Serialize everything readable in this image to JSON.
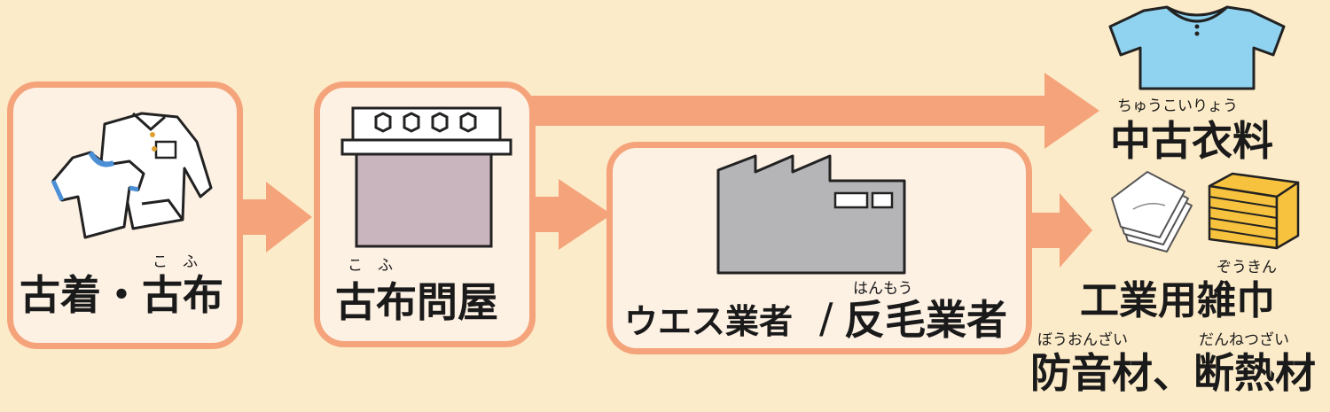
{
  "nodes": {
    "old_clothes": {
      "label": "古着・古布",
      "ruby": "こ　ふ"
    },
    "wholesaler": {
      "label": "古布問屋",
      "ruby": "こ　ふ"
    },
    "waste_dealer": {
      "label_part1": "ウエス業者",
      "separator": "/",
      "label_part2": "反毛業者",
      "ruby": "はんもう"
    }
  },
  "outputs": {
    "used_clothing": {
      "label": "中古衣料",
      "ruby": "ちゅうこいりょう"
    },
    "industrial_rags": {
      "label": "工業用雑巾",
      "ruby": "ぞうきん"
    },
    "insulation": {
      "label": "防音材、断熱材",
      "ruby_left": "ぼうおんざい",
      "ruby_right": "だんねつざい"
    }
  },
  "colors": {
    "background": "#fcebc9",
    "box_fill": "#fdf1e4",
    "box_border": "#f4a37a",
    "arrow": "#f4a37a",
    "tshirt": "#8fd3f0",
    "factory": "#b5b5b7",
    "storefront": "#c9b5bd",
    "stack": "#f7c23e"
  },
  "icons": [
    "clothes-pile-icon",
    "storefront-icon",
    "factory-icon",
    "tshirt-icon",
    "rags-icon",
    "stacked-boards-icon"
  ]
}
